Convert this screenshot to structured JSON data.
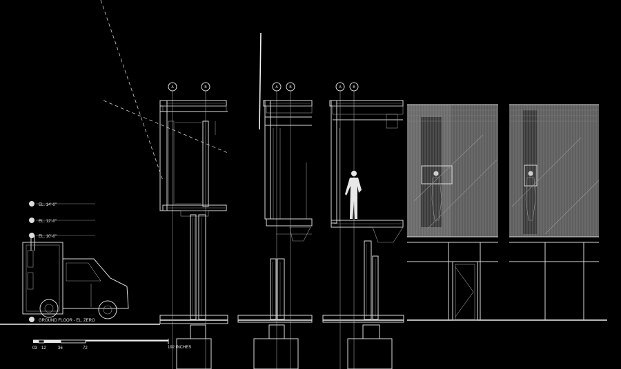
{
  "elevation_labels": [
    {
      "id": "el-14",
      "text": "EL. 14'-0\""
    },
    {
      "id": "el-12",
      "text": "EL. 12'-0\""
    },
    {
      "id": "el-10",
      "text": "EL. 10'-0\""
    },
    {
      "id": "ground",
      "text": "GROUND FLOOR - EL. ZERO"
    }
  ],
  "grid_bubbles": [
    {
      "id": "s1-a",
      "text": "A"
    },
    {
      "id": "s1-b",
      "text": "B"
    },
    {
      "id": "s2-a",
      "text": "A"
    },
    {
      "id": "s2-b",
      "text": "B"
    },
    {
      "id": "s3-a",
      "text": "A"
    },
    {
      "id": "s3-b",
      "text": "B"
    }
  ],
  "scale_bar": {
    "ticks": [
      "03",
      "12",
      "36",
      "72"
    ],
    "end_label": "192 INCHES"
  },
  "colors": {
    "background": "#000000",
    "linework": "#dcdcdc",
    "facade_panel": "#5e5e5e"
  }
}
